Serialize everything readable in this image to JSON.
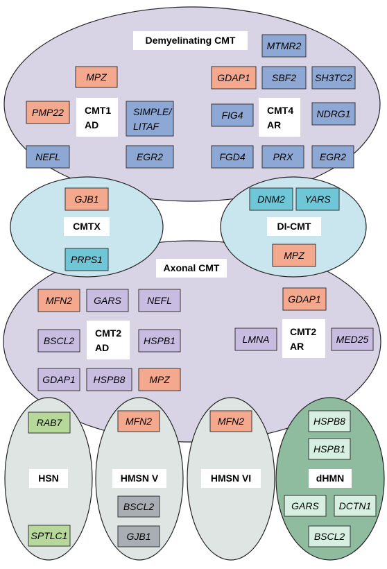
{
  "colors": {
    "demyelinating_bg": "#d9d3e6",
    "cmtx_bg": "#c9e6ef",
    "axonal_bg": "#d9d3e6",
    "lower_bg": "#dfe5e2",
    "dhmn_bg": "#8fbc9f",
    "salmon": "#f4a88e",
    "blue": "#8ea8d6",
    "cyan": "#6ec6d6",
    "lavender": "#c8bde0",
    "green_light": "#b6d89a",
    "grey": "#a9aeb4",
    "mint": "#d7efe1"
  },
  "regions": {
    "demyelinating": "Demyelinating CMT",
    "cmtx": "CMTX",
    "di_cmt": "DI-CMT",
    "axonal": "Axonal CMT",
    "hsn": "HSN",
    "hmsn_v": "HMSN V",
    "hmsn_vi": "HMSN VI",
    "dhmn": "dHMN"
  },
  "labels": {
    "cmt1ad": [
      "CMT1",
      "AD"
    ],
    "cmt4ar": [
      "CMT4",
      "AR"
    ],
    "cmt2ad": [
      "CMT2",
      "AD"
    ],
    "cmt2ar": [
      "CMT2",
      "AR"
    ]
  },
  "genes": {
    "mtmr2": "MTMR2",
    "mpz_demyel": "MPZ",
    "gdap1_demyel": "GDAP1",
    "sbf2": "SBF2",
    "sh3tc2": "SH3TC2",
    "pmp22": "PMP22",
    "simple": [
      "SIMPLE/",
      "LITAF"
    ],
    "fig4": "FIG4",
    "ndrg1": "NDRG1",
    "nefl_demyel": "NEFL",
    "egr2_ad": "EGR2",
    "fgd4": "FGD4",
    "prx": "PRX",
    "egr2_ar": "EGR2",
    "gjb1_cmtx": "GJB1",
    "prps1": "PRPS1",
    "dnm2": "DNM2",
    "yars": "YARS",
    "mpz_dicmt": "MPZ",
    "mfn2_axonal": "MFN2",
    "gars_axonal": "GARS",
    "nefl_axonal": "NEFL",
    "gdap1_ar": "GDAP1",
    "bscl2_axonal": "BSCL2",
    "hspb1_axonal": "HSPB1",
    "lmna": "LMNA",
    "med25": "MED25",
    "gdap1_ad": "GDAP1",
    "hspb8_axonal": "HSPB8",
    "mpz_axonal": "MPZ",
    "rab7": "RAB7",
    "sptlc1": "SPTLC1",
    "mfn2_hmsnv": "MFN2",
    "bscl2_hmsnv": "BSCL2",
    "gjb1_hmsnv": "GJB1",
    "mfn2_hmsnvi": "MFN2",
    "hspb8_dhmn": "HSPB8",
    "hspb1_dhmn": "HSPB1",
    "gars_dhmn": "GARS",
    "dctn1": "DCTN1",
    "bscl2_dhmn": "BSCL2"
  }
}
